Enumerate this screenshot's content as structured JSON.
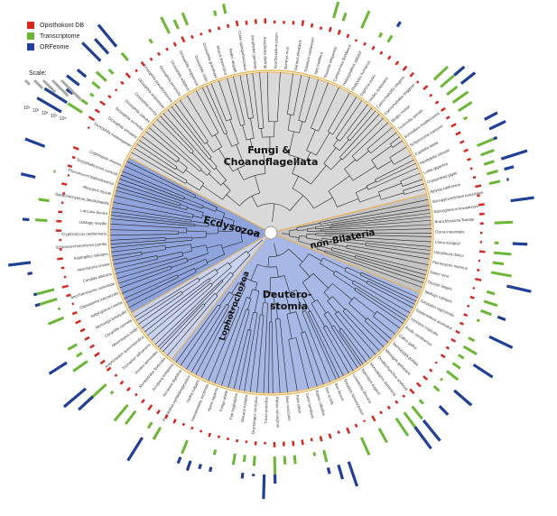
{
  "legend": {
    "items": [
      {
        "label": "Opisthokont DB",
        "color": "#d7261e"
      },
      {
        "label": "Transcriptome",
        "color": "#6ab735"
      },
      {
        "label": "ORFeome",
        "color": "#1f3f99"
      }
    ],
    "scale_label": "Scale:",
    "scale_ticks": [
      "10¹",
      "10²",
      "10³",
      "10⁴",
      "10⁵"
    ]
  },
  "clades": [
    {
      "label": "Fungi & Choanoflagellata",
      "lines": [
        "Fungi &",
        "Choanoflagellata"
      ],
      "color": "#d9d9d9"
    },
    {
      "label": "non-Bilateria",
      "lines": [
        "non-Bilateria"
      ],
      "color": "#c4c4c4"
    },
    {
      "label": "Deuterostomia",
      "lines": [
        "Deutero-",
        "stomia"
      ],
      "color": "#a8b8e6"
    },
    {
      "label": "Lophotrochozoa",
      "lines": [
        "Lophotrochozoa"
      ],
      "color": "#c9d3f0"
    },
    {
      "label": "Ecdysozoa",
      "lines": [
        "Ecdysozoa"
      ],
      "color": "#8fa4dc"
    }
  ],
  "species_labels": [
    "Drosophila melanogaster",
    "Drosophila simulans",
    "Drosophila sechellia",
    "Drosophila yakuba",
    "Drosophila erecta",
    "Drosophila ananassae",
    "Drosophila pseudoobscura",
    "Drosophila persimilis",
    "Drosophila willistoni",
    "Drosophila mojavensis",
    "Drosophila virilis",
    "Drosophila grimshawi",
    "Musca domestica",
    "Aedes aegypti",
    "Culex quinquefasciatus",
    "Anopheles gambiae",
    "Anopheles darlingi",
    "Acyrthosiphon pisum",
    "Bombyx mori",
    "Danaus plexippus",
    "Tribolium castaneum",
    "Apis mellifera",
    "Nasonia vitripennis",
    "Camponotus floridanus",
    "Harpegnathos saltator",
    "Pediculus humanus",
    "Daphnia pulex",
    "Ixodes scapularis",
    "Caenorhabditis elegans",
    "Caenorhabditis briggsae",
    "Brugia malayi",
    "Trichinella spiralis",
    "Schmidtea mediterranea",
    "Schistosoma mansoni",
    "Capitella teleta",
    "Helobdella robusta",
    "Lottia gigantea",
    "Crassostrea gigas",
    "Aplysia californica",
    "Strongylocentrotus purpuratus",
    "Saccoglossus kowalevskii",
    "Branchiostoma floridae",
    "Ciona intestinalis",
    "Ciona savignyi",
    "Oikopleura dioica",
    "Petromyzon marinus",
    "Danio rerio",
    "Oryzias latipes",
    "Takifugu rubripes",
    "Tetraodon nigroviridis",
    "Gasterosteus aculeatus",
    "Xenopus tropicalis",
    "Anolis carolinensis",
    "Gallus gallus",
    "Taeniopygia guttata",
    "Meleagris gallopavo",
    "Ornithorhynchus anatinus",
    "Monodelphis domestica",
    "Macropus eugenii",
    "Loxodonta africana",
    "Dasypus novemcinctus",
    "Bos taurus",
    "Sus scrofa",
    "Equus caballus",
    "Canis familiaris",
    "Felis catus",
    "Mus musculus",
    "Rattus norvegicus",
    "Cavia porcellus",
    "Oryctolagus cuniculus",
    "Macaca mulatta",
    "Pan troglodytes",
    "Pongo abelii",
    "Homo sapiens",
    "Nematostella vectensis",
    "Hydra vulgaris",
    "Hydractinia symbiolongicarpus",
    "Acropora digitifera",
    "Acropora millepora",
    "Montastraea faveolata",
    "Porites astreoides",
    "Trichoplax adhaerens",
    "Amphimedon queenslandica",
    "Mnemiopsis leidyi",
    "Oscarella carmela",
    "Monosiga brevicollis",
    "Salpingoeca rosetta",
    "Capsaspora owczarzaki",
    "Saccharomyces cerevisiae",
    "Candida albicans",
    "Neurospora crassa",
    "Aspergillus nidulans",
    "Schizosaccharomyces pombe",
    "Cryptococcus neoformans",
    "Ustilago maydis",
    "Laccaria bicolor",
    "Batrachochytrium dendrobatidis",
    "Rhizopus oryzae",
    "Phycomyces blakesleeanus",
    "Encephalitozoon cuniculi",
    "Coprinopsis cinerea"
  ]
}
